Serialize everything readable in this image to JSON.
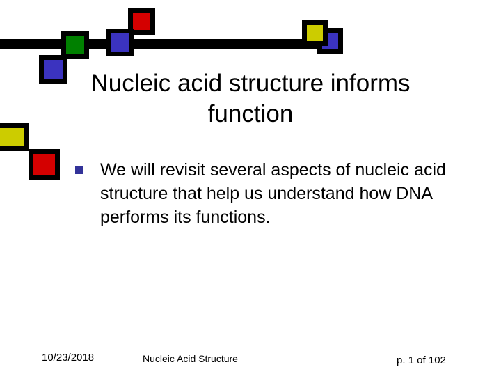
{
  "slide": {
    "title": "Nucleic acid structure informs function",
    "bullets": [
      {
        "marker": "square-bullet",
        "text": "We will revisit several aspects of nucleic acid structure that help us understand how DNA performs its functions."
      }
    ]
  },
  "footer": {
    "date": "10/23/2018",
    "center_label": "Nucleic Acid Structure",
    "page_label": "p. 1 of 102"
  },
  "decoration": {
    "name": "header-square-motif",
    "colors": {
      "black": "#000000",
      "green": "#008000",
      "blue": "#3b33bf",
      "red": "#d40000",
      "yellow": "#cccc00",
      "bullet_blue": "#333399"
    },
    "shapes": [
      {
        "name": "horizontal-rule",
        "color": "#000000"
      },
      {
        "name": "green-square",
        "color": "#008000"
      },
      {
        "name": "blue-square-left",
        "color": "#3b33bf"
      },
      {
        "name": "red-square-top",
        "color": "#d40000"
      },
      {
        "name": "blue-square-middle",
        "color": "#3b33bf"
      },
      {
        "name": "blue-square-right",
        "color": "#3b33bf"
      },
      {
        "name": "yellow-square-top",
        "color": "#cccc00"
      },
      {
        "name": "yellow-square-left-edge",
        "color": "#cccc00"
      },
      {
        "name": "red-square-left-edge",
        "color": "#d40000"
      }
    ]
  }
}
